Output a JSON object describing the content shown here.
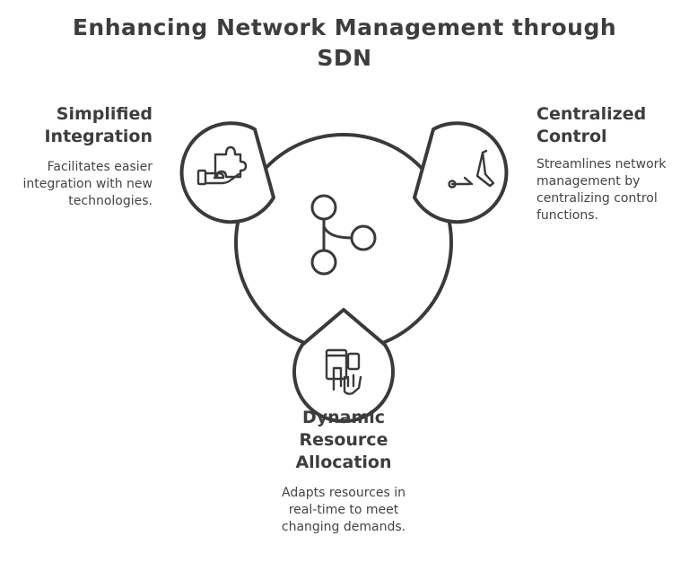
{
  "title_line1": "Enhancing Network Management through",
  "title_line2": "SDN",
  "nodes": [
    {
      "label_lines": [
        "Simplified",
        "Integration"
      ],
      "desc_lines": [
        "Facilitates easier",
        "integration with new",
        "technologies."
      ],
      "icon": "hand-puzzle-icon"
    },
    {
      "label_lines": [
        "Centralized",
        "Control"
      ],
      "desc_lines": [
        "Streamlines network",
        "management by",
        "centralizing control",
        "functions."
      ],
      "icon": "joystick-icon"
    },
    {
      "label_lines": [
        "Dynamic",
        "Resource",
        "Allocation"
      ],
      "desc_lines": [
        "Adapts resources in",
        "real-time to meet",
        "changing demands."
      ],
      "icon": "devices-hand-icon"
    }
  ],
  "center_icon": "branch-network-icon",
  "colors": {
    "stroke": "#3a3a3a",
    "text": "#3d3d3d",
    "background": "#ffffff"
  }
}
